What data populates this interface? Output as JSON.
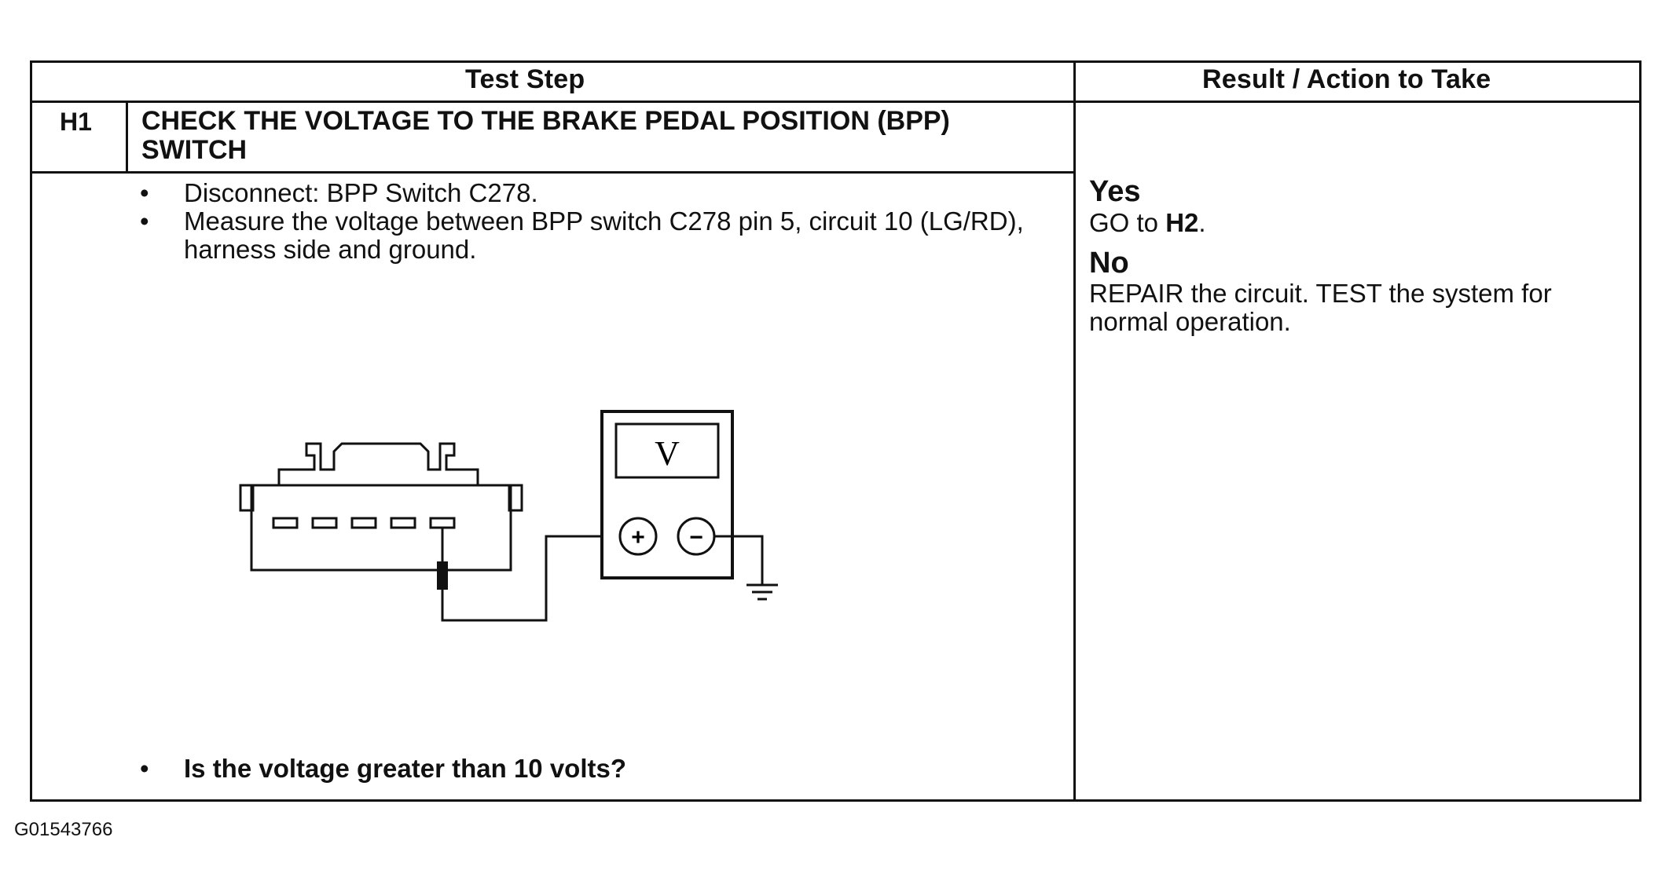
{
  "header": {
    "test_step": "Test Step",
    "result_action": "Result / Action to Take"
  },
  "step": {
    "id": "H1",
    "title": "CHECK THE VOLTAGE TO THE BRAKE PEDAL POSITION (BPP) SWITCH",
    "instructions": [
      "Disconnect: BPP Switch C278.",
      "Measure the voltage between BPP switch C278 pin 5, circuit 10 (LG/RD), harness side and ground."
    ],
    "question": "Is the voltage greater than 10 volts?"
  },
  "results": {
    "yes_label": "Yes",
    "yes_action_prefix": "GO to ",
    "yes_action_target": "H2",
    "yes_action_suffix": ".",
    "no_label": "No",
    "no_action": "REPAIR the circuit. TEST the system for normal operation."
  },
  "diagram": {
    "meter_symbol": "V",
    "plus_symbol": "+",
    "minus_symbol": "−",
    "icons": [
      "connector-icon",
      "voltmeter-icon",
      "ground-icon",
      "probe-icon"
    ]
  },
  "figure_id": "G01543766"
}
